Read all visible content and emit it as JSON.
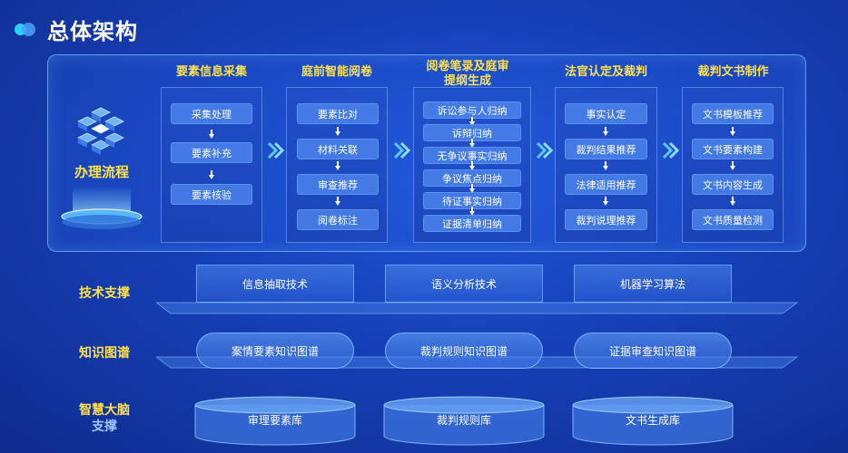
{
  "title": "总体架构",
  "process": {
    "label": "办理流程",
    "stages": [
      {
        "title": "要素信息采集",
        "items": [
          "采集处理",
          "要素补充",
          "要素核验"
        ]
      },
      {
        "title": "庭前智能阅卷",
        "items": [
          "要素比对",
          "材料关联",
          "审查推荐",
          "阅卷标注"
        ]
      },
      {
        "title_line1": "阅卷笔录及庭审",
        "title_line2": "提纲生成",
        "items": [
          "诉讼参与人归纳",
          "诉辩归纳",
          "无争议事实归纳",
          "争议焦点归纳",
          "待证事实归纳",
          "证据清单归纳"
        ]
      },
      {
        "title": "法官认定及裁判",
        "items": [
          "事实认定",
          "裁判结果推荐",
          "法律适用推荐",
          "裁判说理推荐"
        ]
      },
      {
        "title": "裁判文书制作",
        "items": [
          "文书模板推荐",
          "文书要素构建",
          "文书内容生成",
          "文书质量检测"
        ]
      }
    ]
  },
  "tech_support": {
    "label": "技术支撑",
    "items": [
      "信息抽取技术",
      "语义分析技术",
      "机器学习算法"
    ]
  },
  "knowledge_graph": {
    "label": "知识图谱",
    "items": [
      "案情要素知识图谱",
      "裁判规则知识图谱",
      "证据审查知识图谱"
    ]
  },
  "smart_brain": {
    "label_line1": "智慧大脑",
    "label_line2": "支撑",
    "items": [
      "审理要素库",
      "裁判规则库",
      "文书生成库"
    ]
  },
  "colors": {
    "accent": "#ffe14a",
    "background": "#1640b8",
    "pill": "#4b82eb"
  }
}
